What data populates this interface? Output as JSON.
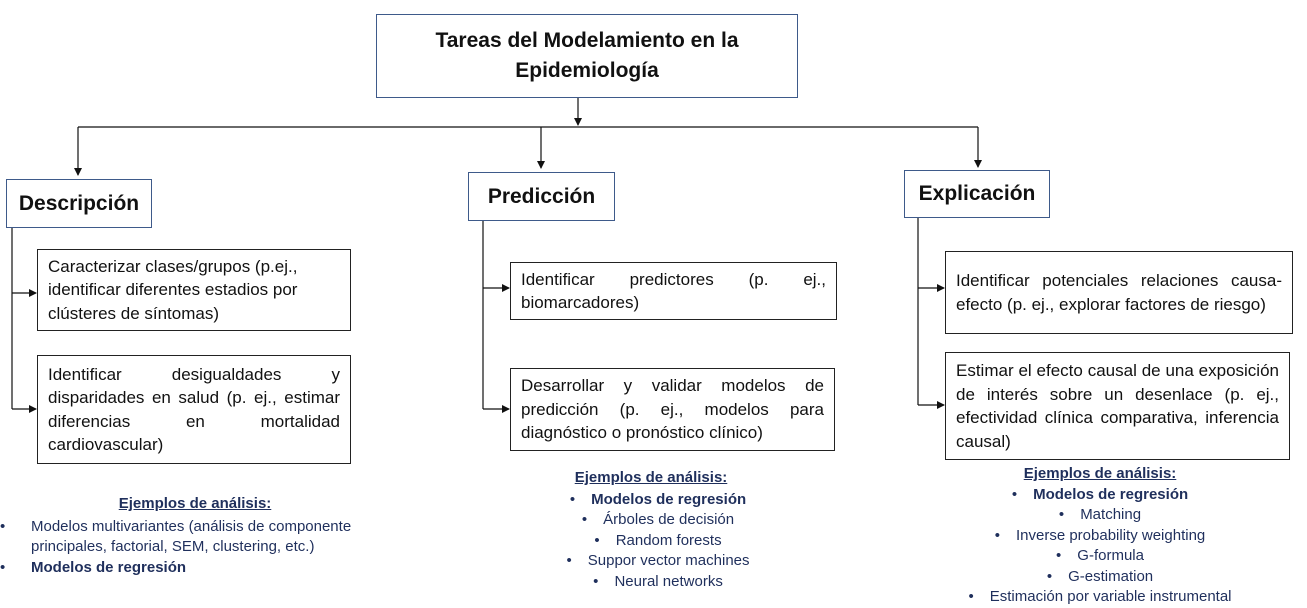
{
  "root": {
    "title": "Tareas del Modelamiento en la Epidemiología"
  },
  "columns": {
    "descripcion": {
      "header": "Descripción",
      "items": [
        "Caracterizar clases/grupos (p.ej., identificar diferentes estadios por clústeres de síntomas)",
        "Identificar desigualdades y disparidades en salud (p. ej., estimar diferencias en mortalidad cardiovascular)"
      ],
      "examples_title": "Ejemplos de análisis:",
      "examples": [
        {
          "text": "Modelos multivariantes (análisis de componente principales, factorial, SEM, clustering, etc.)",
          "bold": false
        },
        {
          "text": "Modelos de regresión",
          "bold": true
        }
      ]
    },
    "prediccion": {
      "header": "Predicción",
      "items": [
        "Identificar predictores (p. ej., biomarcadores)",
        "Desarrollar y validar modelos de predicción (p. ej., modelos para diagnóstico o pronóstico clínico)"
      ],
      "examples_title": "Ejemplos de análisis:",
      "examples": [
        {
          "text": "Modelos de regresión",
          "bold": true
        },
        {
          "text": "Árboles de decisión",
          "bold": false
        },
        {
          "text": "Random forests",
          "bold": false
        },
        {
          "text": "Suppor vector machines",
          "bold": false
        },
        {
          "text": "Neural networks",
          "bold": false
        }
      ]
    },
    "explicacion": {
      "header": "Explicación",
      "items": [
        "Identificar potenciales relaciones causa-efecto (p. ej., explorar factores de riesgo)",
        "Estimar el efecto causal de una exposición de interés sobre un desenlace (p. ej., efectividad clínica comparativa, inferencia causal)"
      ],
      "examples_title": "Ejemplos de análisis:",
      "examples": [
        {
          "text": "Modelos de regresión",
          "bold": true
        },
        {
          "text": "Matching",
          "bold": false
        },
        {
          "text": "Inverse probability weighting",
          "bold": false
        },
        {
          "text": "G-formula",
          "bold": false
        },
        {
          "text": "G-estimation",
          "bold": false
        },
        {
          "text": "Estimación por variable instrumental",
          "bold": false
        }
      ]
    }
  },
  "bullet_glyph": "•"
}
